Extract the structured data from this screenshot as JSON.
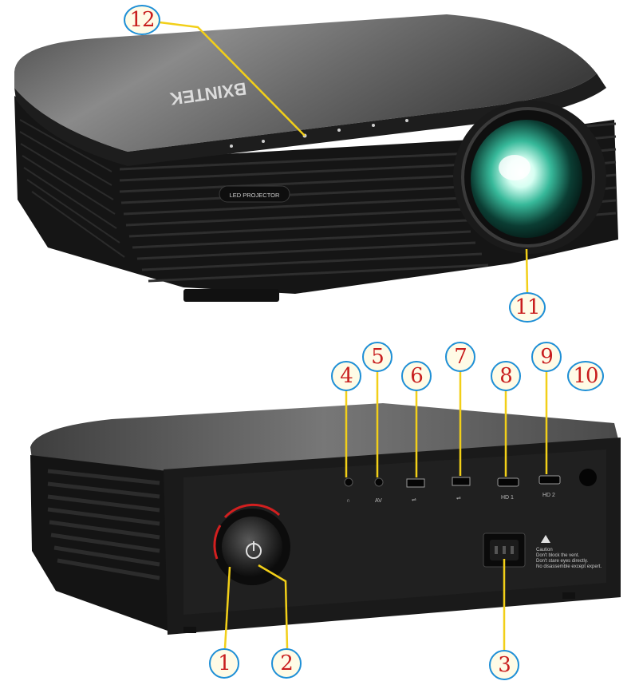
{
  "photo": {
    "top_view": {
      "brand_logo": "BXINTEK",
      "front_badge": "LED PROJECTOR"
    },
    "rear_view": {
      "port_labels": {
        "headphone": "∩",
        "av": "AV",
        "usb_1": "⇌",
        "usb_2": "⇌",
        "hdmi_1": "HD 1",
        "hdmi_2": "HD 2"
      },
      "caution_label": {
        "title": "Caution",
        "line1": "Don't block the vent.",
        "line2": "Don't stare eyes directly.",
        "line3": "No disassemble except expert."
      }
    }
  },
  "callouts": [
    {
      "id": "1",
      "label": "1"
    },
    {
      "id": "2",
      "label": "2"
    },
    {
      "id": "3",
      "label": "3"
    },
    {
      "id": "4",
      "label": "4"
    },
    {
      "id": "5",
      "label": "5"
    },
    {
      "id": "6",
      "label": "6"
    },
    {
      "id": "7",
      "label": "7"
    },
    {
      "id": "8",
      "label": "8"
    },
    {
      "id": "9",
      "label": "9"
    },
    {
      "id": "10",
      "label": "10"
    },
    {
      "id": "11",
      "label": "11"
    },
    {
      "id": "12",
      "label": "12"
    }
  ],
  "colors": {
    "callout_border": "#1e8fd6",
    "callout_number": "#c81e1e",
    "leader_line": "#f2cf18",
    "body_dark": "#151515",
    "top_panel": "#6a6a6a"
  }
}
